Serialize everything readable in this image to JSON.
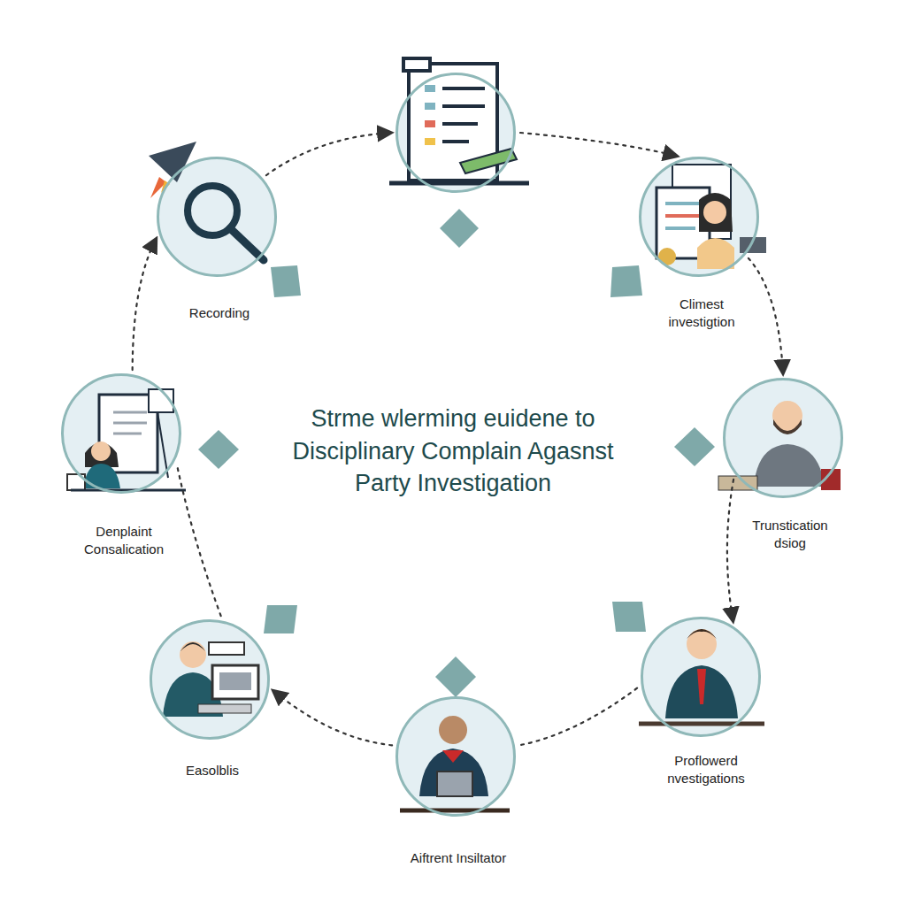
{
  "diagram": {
    "title": "Strme wlerming euidene to Disciplinary Complain Agasnst Party Investigation",
    "nodes": [
      {
        "text": []
      },
      {
        "text": [
          "Climest investigtion"
        ]
      },
      {
        "text": [
          "Trunstication dsiog"
        ]
      },
      {
        "text": [
          "Proflowerd nvestigations"
        ]
      },
      {
        "text": [
          "Aiftrent Insiltator"
        ]
      },
      {
        "text": [
          "Easolblis"
        ]
      },
      {
        "text": [
          "Denplaint Consalication"
        ]
      },
      {
        "text": [
          "Recording"
        ]
      }
    ],
    "edges": [
      {
        "from": 7,
        "to": 0,
        "arrow": "to"
      },
      {
        "from": 0,
        "to": 1,
        "arrow": "to"
      },
      {
        "from": 1,
        "to": 2,
        "arrow": "to"
      },
      {
        "from": 2,
        "to": 3,
        "arrow": "to"
      },
      {
        "from": 3,
        "to": 4,
        "arrow": "none"
      },
      {
        "from": 4,
        "to": 5,
        "arrow": "to"
      },
      {
        "from": 5,
        "to": 6,
        "arrow": "none"
      },
      {
        "from": 6,
        "to": 7,
        "arrow": "to"
      }
    ]
  }
}
